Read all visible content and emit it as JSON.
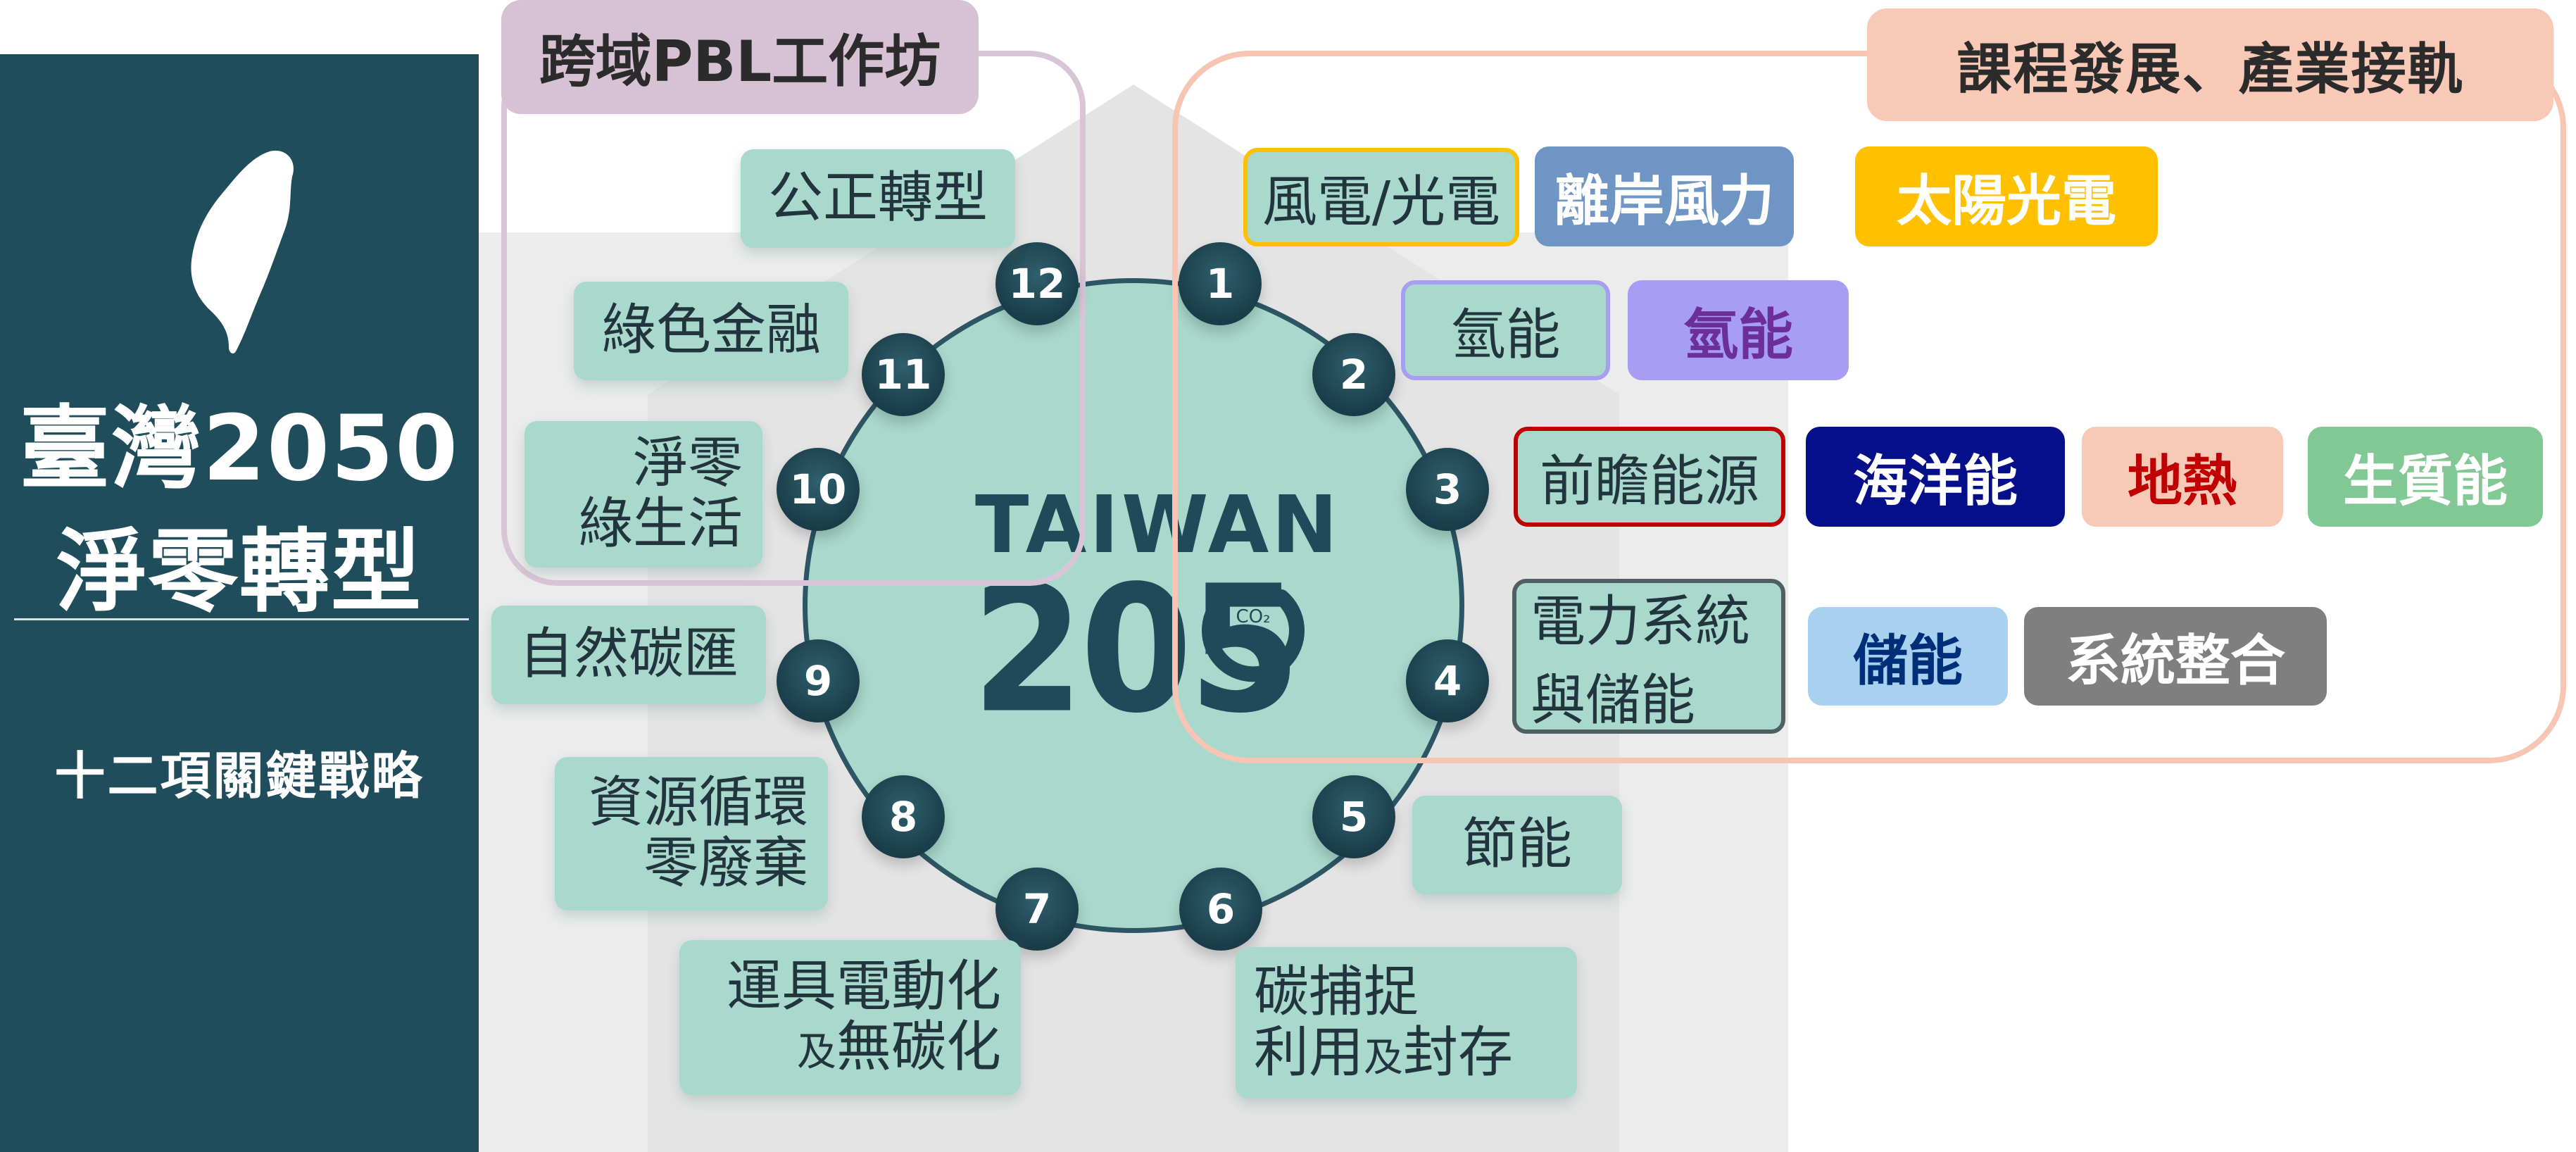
{
  "sidebar": {
    "title_line1": "臺灣2050",
    "title_line2": "淨零轉型",
    "subtitle": "十二項關鍵戰略"
  },
  "logo": {
    "line1": "TAIWAN",
    "line2": "205",
    "co2": "CO₂"
  },
  "groups": {
    "pbl": "跨域PBL工作坊",
    "industry": "課程發展、產業接軌"
  },
  "nodes": [
    "1",
    "2",
    "3",
    "4",
    "5",
    "6",
    "7",
    "8",
    "9",
    "10",
    "11",
    "12"
  ],
  "strategies": {
    "s1": "風電/光電",
    "s2": "氫能",
    "s3": "前瞻能源",
    "s4_line1": "電力系統",
    "s4_small": "與",
    "s4_line2": "儲能",
    "s5": "節能",
    "s6_line1": "碳捕捉",
    "s6_line2a": "利用",
    "s6_small": "及",
    "s6_line2b": "封存",
    "s7_line1": "運具電動化",
    "s7_small": "及",
    "s7_line2": "無碳化",
    "s8_line1": "資源循環",
    "s8_line2": "零廢棄",
    "s9": "自然碳匯",
    "s10_line1": "淨零",
    "s10_line2": "綠生活",
    "s11": "綠色金融",
    "s12": "公正轉型"
  },
  "chips": {
    "offshore_wind": "離岸風力",
    "solar": "太陽光電",
    "hydrogen": "氫能",
    "ocean": "海洋能",
    "geothermal": "地熱",
    "biomass": "生質能",
    "storage": "儲能",
    "integration": "系統整合"
  },
  "colors": {
    "sidebar": "#1f4d5c",
    "mint": "#a9d8cc",
    "node": "#1c3f4c",
    "offshore_wind": "#6f95c4",
    "solar": "#ffc000",
    "hydrogen": "#a79df5",
    "ocean": "#050f8a",
    "geothermal": "#f8c9b7",
    "biomass": "#82c894",
    "storage": "#a8d1f0",
    "integration": "#7f7f7f",
    "pbl_frame": "#d9c5d8",
    "industry_frame": "#f7c5b3"
  }
}
